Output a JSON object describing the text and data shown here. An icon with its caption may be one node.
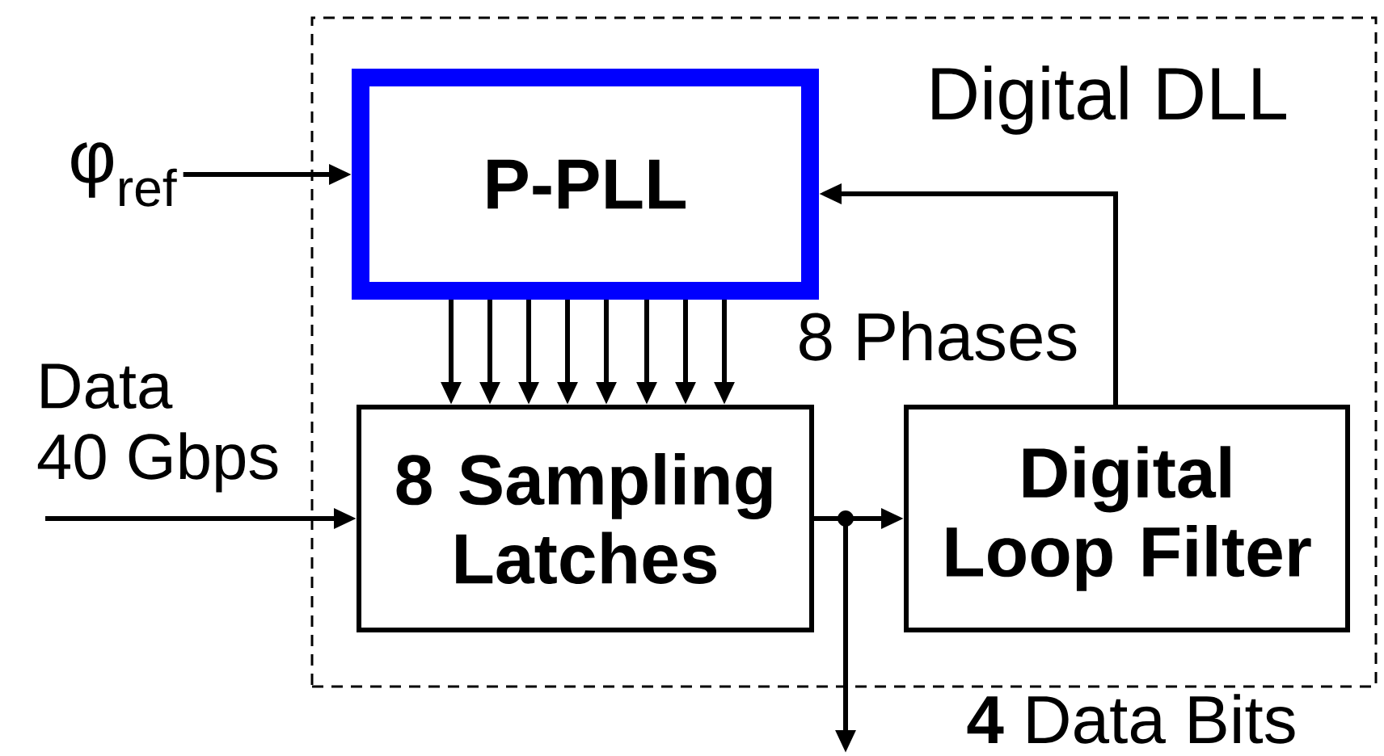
{
  "diagram": {
    "nodes": [
      {
        "text": [
          "Digital DLL"
        ]
      },
      {
        "text": [
          "P-PLL"
        ],
        "in": 0
      },
      {
        "text": [
          "8 Sampling Latches"
        ],
        "in": 0
      },
      {
        "text": [
          "Digital Loop Filter"
        ],
        "in": 0
      },
      {
        "text": [
          "φ$_{ref}$"
        ]
      },
      {
        "text": [
          "Data",
          "40 Gbps"
        ]
      }
    ],
    "edges": [
      {
        "from": 4,
        "to": 1,
        "arrow": "to"
      },
      {
        "from": 1,
        "to": 2,
        "arrow": "to"
      },
      {
        "from": 1,
        "to": 2,
        "arrow": "to"
      },
      {
        "from": 1,
        "to": 2,
        "arrow": "to"
      },
      {
        "from": 1,
        "to": 2,
        "arrow": "to"
      },
      {
        "from": 1,
        "to": 2,
        "arrow": "to"
      },
      {
        "from": 1,
        "to": 2,
        "arrow": "to"
      },
      {
        "from": 1,
        "to": 2,
        "arrow": "to"
      },
      {
        "from": 1,
        "to": 2,
        "arrow": "to"
      },
      {
        "from": 5,
        "to": 2,
        "arrow": "to"
      },
      {
        "from": 2,
        "to": 3,
        "arrow": "to"
      },
      {
        "from": 2,
        "to": null,
        "arrow": "to"
      },
      {
        "from": 3,
        "to": 1,
        "arrow": "to"
      }
    ],
    "labels": [
      "8 Phases",
      "**4** Data Bits"
    ]
  }
}
